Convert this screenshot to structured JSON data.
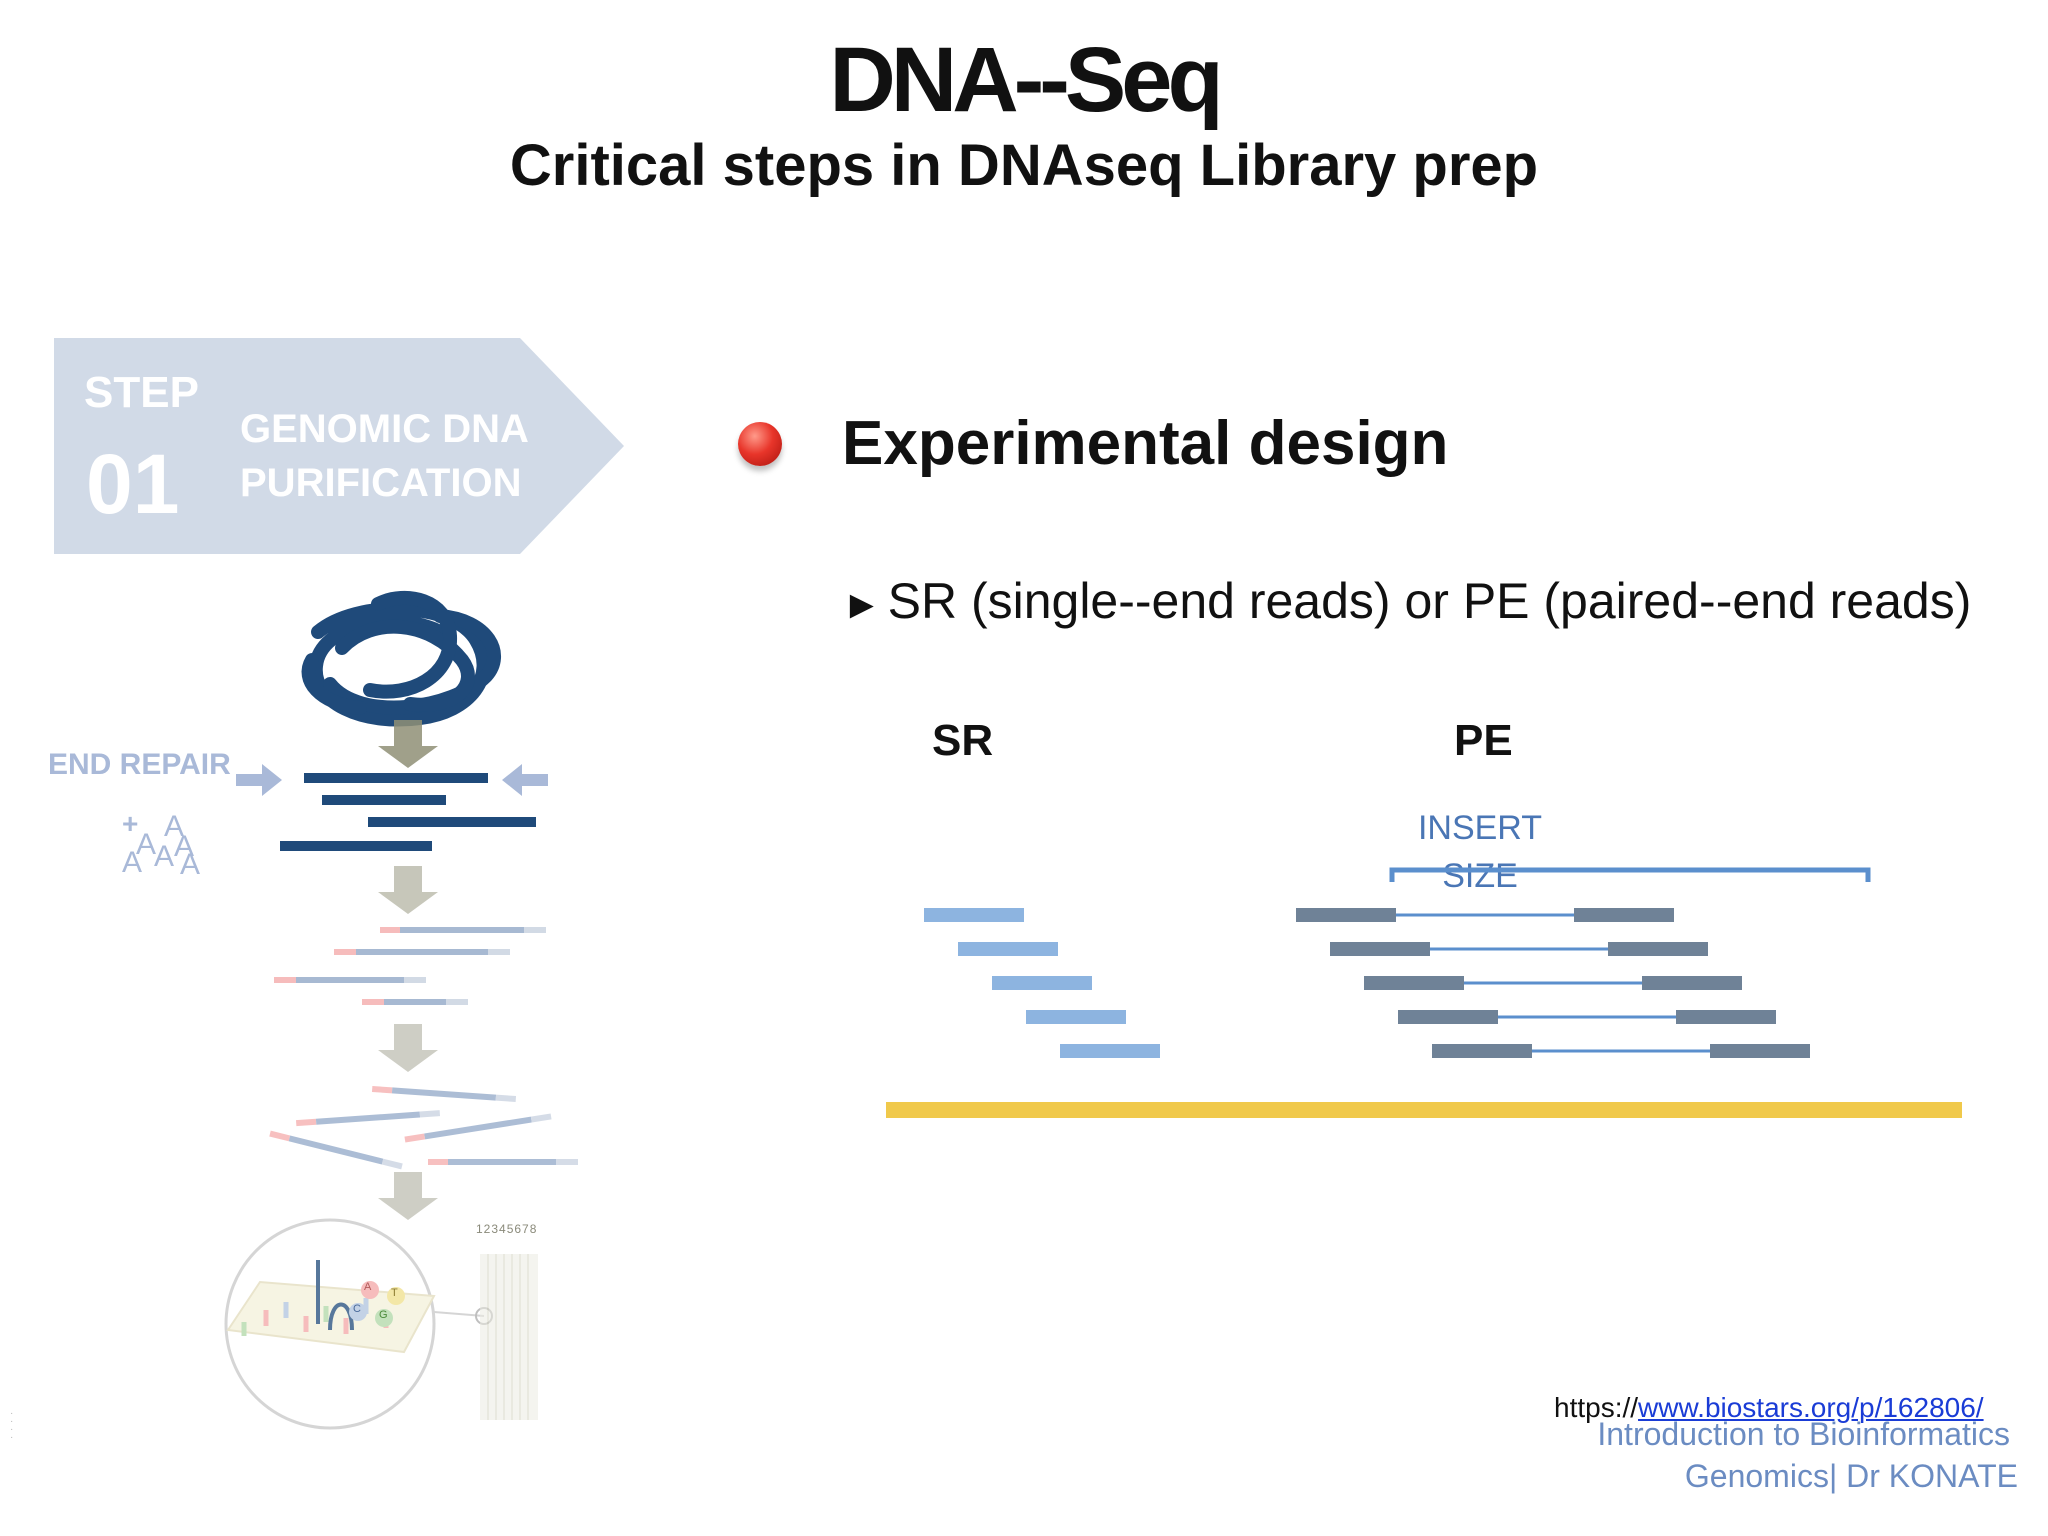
{
  "slide": {
    "title": "DNA--Seq",
    "subtitle": "Critical steps in DNAseq Library prep"
  },
  "step_box": {
    "step_label": "STEP",
    "step_number": "01",
    "title_line1": "GENOMIC DNA",
    "title_line2": "PURIFICATION",
    "end_repair_label": "END REPAIR",
    "a_tail_plus": "+",
    "a_letters": [
      "A",
      "A",
      "A",
      "A",
      "A",
      "A"
    ],
    "flowcell_numbers": "12345678",
    "base_labels": [
      "A",
      "T",
      "C",
      "G"
    ]
  },
  "content": {
    "heading": "Experimental design",
    "sub_bullet_arrow": "►",
    "sub_bullet_text": "SR (single--end reads) or PE (paired--end reads)",
    "sr_label": "SR",
    "pe_label": "PE",
    "insert_line1": "INSERT",
    "insert_line2": "SIZE"
  },
  "reference": {
    "prefix": "https://",
    "link_text": "www.biostars.org/p/162806/"
  },
  "footer": {
    "line1": "Introduction to Bioinformatics",
    "line2": "Genomics| Dr KONATE"
  },
  "colors": {
    "sr_read": "#8db4e0",
    "pe_read": "#6f8297",
    "pe_link": "#5b8fcd",
    "genome": "#f0c94b",
    "bullet_dot": "#e8352a",
    "step_box": "#c9d4e3",
    "dna_dark": "#1f4a7a"
  }
}
